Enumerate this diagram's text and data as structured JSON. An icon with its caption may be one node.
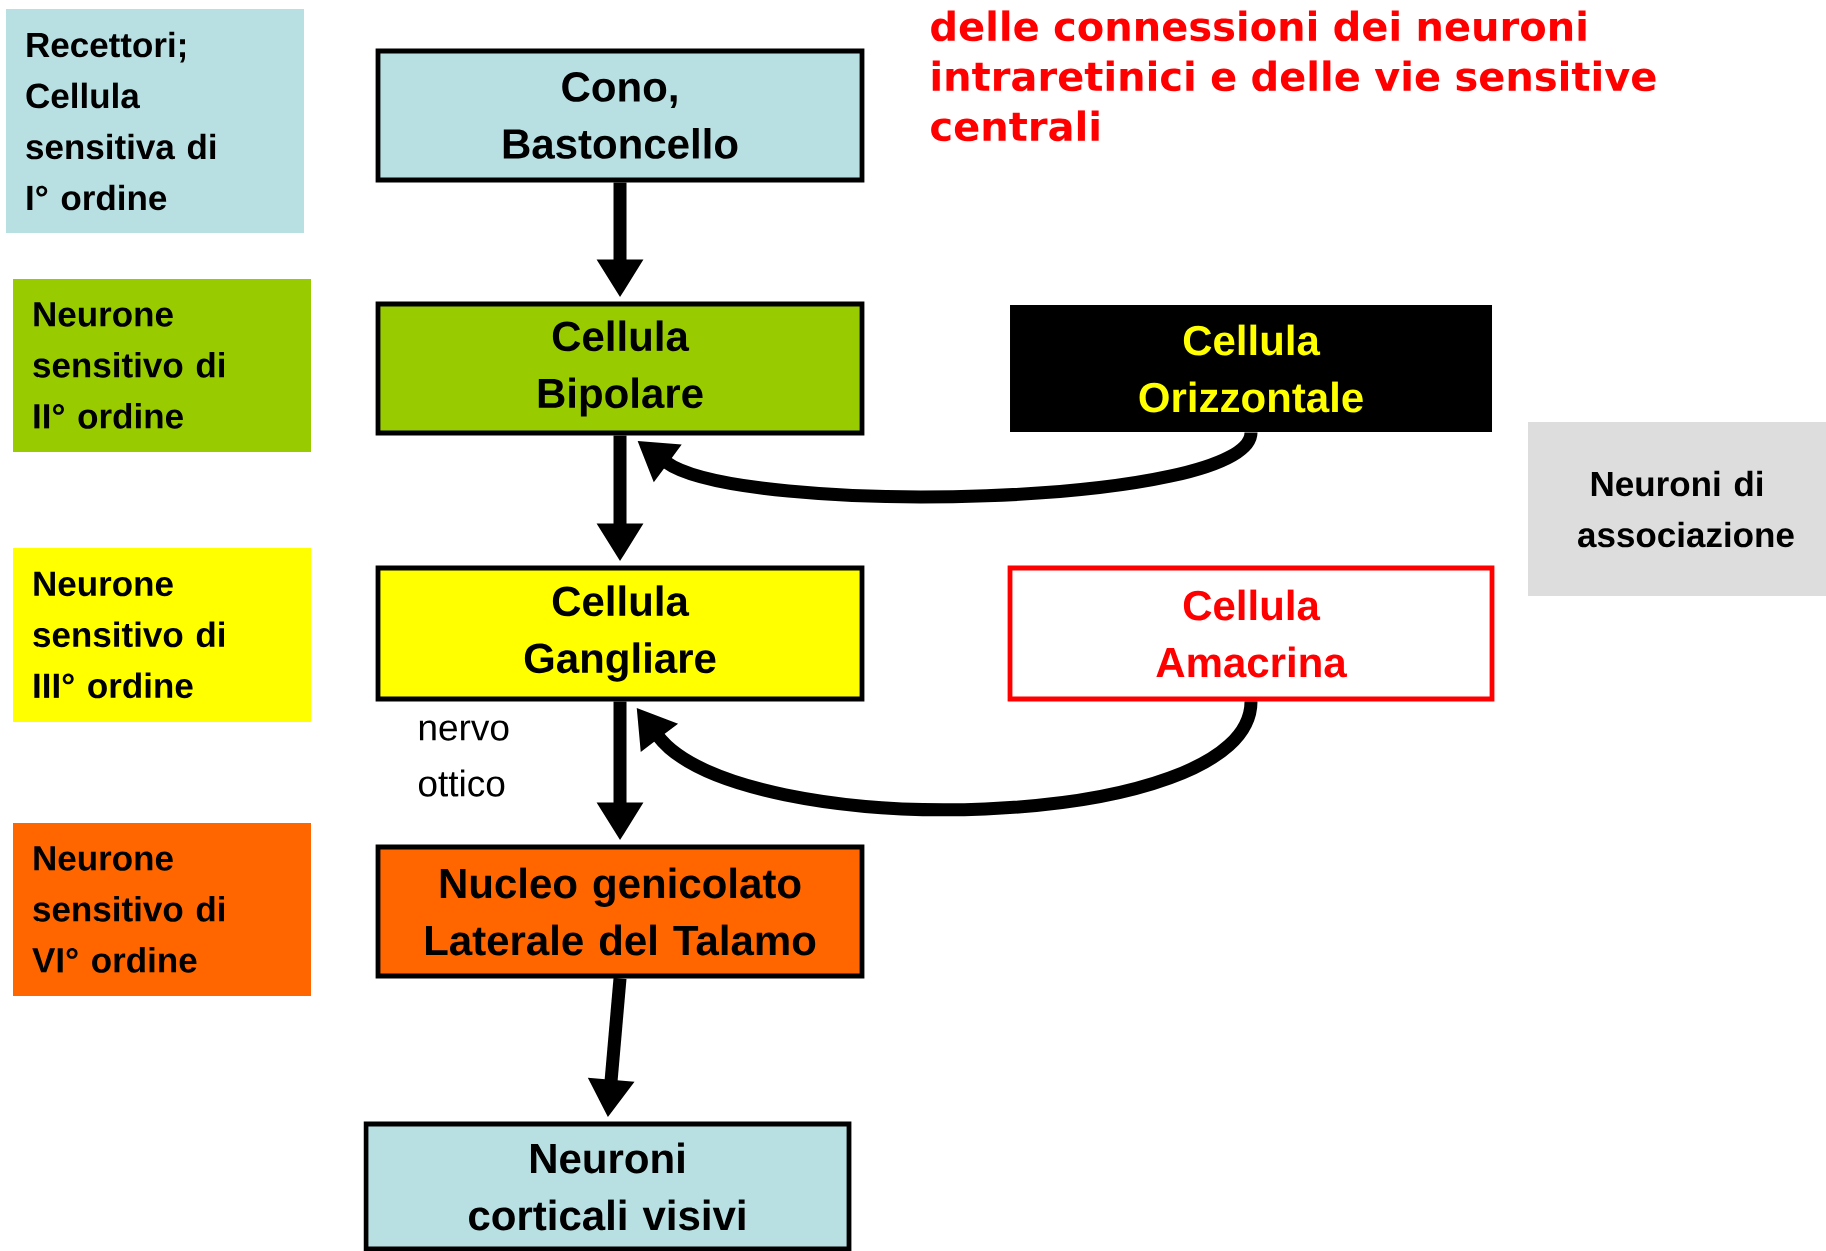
{
  "diagram": {
    "title": "delle connessioni dei neuroni intraretinici e delle vie sensitive centrali",
    "nodes": [
      {
        "text": [
          "Recettori; Cellula sensitiva di I° ordine"
        ]
      },
      {
        "text": [
          "Cono, Bastoncello"
        ]
      },
      {
        "text": [
          "Neurone sensitivo di II° ordine"
        ]
      },
      {
        "text": [
          "Cellula Bipolare"
        ]
      },
      {
        "text": [
          "Cellula Orizzontale"
        ]
      },
      {
        "text": [
          "Neuroni di associazione"
        ]
      },
      {
        "text": [
          "Neurone sensitivo di III° ordine"
        ]
      },
      {
        "text": [
          "Cellula Gangliare"
        ]
      },
      {
        "text": [
          "Cellula Amacrina"
        ]
      },
      {
        "text": [
          "Neurone sensitivo di VI° ordine"
        ]
      },
      {
        "text": [
          "Nucleo genicolato Laterale del Talamo"
        ]
      },
      {
        "text": [
          "Neuroni corticali visivi"
        ]
      }
    ],
    "edges": [
      {
        "from": 1,
        "to": 3,
        "arrow": "to"
      },
      {
        "from": 4,
        "to": 3,
        "arrow": "to"
      },
      {
        "from": 3,
        "to": 7,
        "arrow": "to"
      },
      {
        "from": 8,
        "to": 7,
        "arrow": "to"
      },
      {
        "from": 7,
        "to": 10,
        "arrow": "to",
        "label": "nervo ottico"
      },
      {
        "from": 10,
        "to": 11,
        "arrow": "to"
      }
    ]
  }
}
